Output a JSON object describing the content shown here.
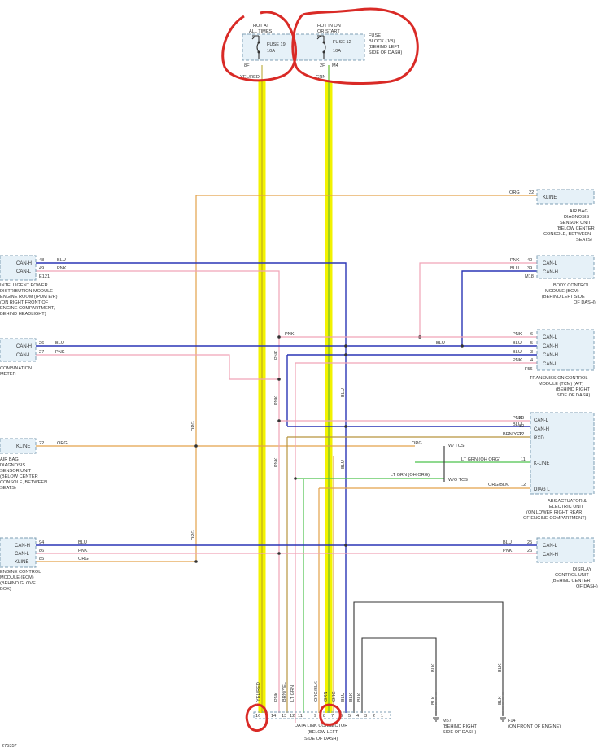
{
  "fuse_block": {
    "hot_at_all_times": [
      "HOT AT",
      "ALL TIMES"
    ],
    "hot_in_on": [
      "HOT IN ON",
      "OR START"
    ],
    "fuse19": "FUSE 19",
    "fuse19_amp": "10A",
    "fuse12": "FUSE 12",
    "fuse12_amp": "10A",
    "name": [
      "FUSE",
      "BLOCK (J/B)",
      "(BEHIND LEFT",
      "SIDE OF DASH)"
    ],
    "pin_left": "8F",
    "pin_right": "2F",
    "conn_m4": "M4",
    "wire_left": "YEL/RED",
    "wire_right": "GRN"
  },
  "left_modules": {
    "ipdm": {
      "pins": [
        "CAN-H",
        "CAN-L"
      ],
      "pin_nums": [
        "48",
        "49"
      ],
      "conn": "E121",
      "name": [
        "INTELLIGENT POWER",
        "DISTRIBUTION MODULE",
        "ENGINE ROOM (IPDM E/R)",
        "(ON RIGHT FRONT OF",
        "ENGINE COMPARTMENT,",
        "BEHIND HEADLIGHT)"
      ]
    },
    "meter": {
      "pins": [
        "CAN-H",
        "CAN-L"
      ],
      "pin_nums": [
        "26",
        "27"
      ],
      "name": [
        "COMBINATION",
        "METER"
      ]
    },
    "airbag": {
      "pins": [
        "KLINE"
      ],
      "pin_nums": [
        "22"
      ],
      "name": [
        "AIR BAG",
        "DIAGNOSIS",
        "SENSOR UNIT",
        "(BELOW CENTER",
        "CONSOLE, BETWEEN",
        "SEATS)"
      ]
    },
    "ecm": {
      "pins": [
        "CAN-H",
        "CAN-L",
        "KLINE"
      ],
      "pin_nums": [
        "94",
        "86",
        "85"
      ],
      "name": [
        "ENGINE CONTROL",
        "MODULE (ECM)",
        "(BEHIND GLOVE",
        "BOX)"
      ]
    }
  },
  "right_modules": {
    "airbag": {
      "pins": [
        "KLINE"
      ],
      "pin_nums": [
        "22"
      ],
      "name": [
        "AIR BAG",
        "DIAGNOSIS",
        "SENSOR UNIT",
        "(BELOW CENTER",
        "CONSOLE, BETWEEN",
        "SEATS)"
      ]
    },
    "bcm": {
      "pins": [
        "CAN-L",
        "CAN-H"
      ],
      "pin_nums": [
        "40",
        "39"
      ],
      "conn": "M18",
      "name": [
        "BODY CONTROL",
        "MODULE (BCM)",
        "(BEHIND LEFT SIDE",
        "OF DASH)"
      ]
    },
    "tcm": {
      "pins": [
        "CAN-L",
        "CAN-H",
        "CAN-H",
        "CAN-L"
      ],
      "pin_nums": [
        "6",
        "5",
        "3",
        "4"
      ],
      "conn": "F56",
      "name": [
        "TRANSMISSION CONTROL",
        "MODULE (TCM)      (A/T)",
        "(BEHIND RIGHT",
        "SIDE OF DASH)"
      ]
    },
    "abs": {
      "pins": [
        "CAN-L",
        "CAN-H",
        "RXD",
        "K-LINE",
        "DIAG L"
      ],
      "pin_nums": [
        "29",
        "30",
        "22",
        "11",
        "12"
      ],
      "name": [
        "ABS ACTUATOR &",
        "ELECTRIC UNIT",
        "(ON LOWER RIGHT REAR",
        "OF ENGINE COMPARTMENT)"
      ]
    },
    "display": {
      "pins": [
        "CAN-L",
        "CAN-H"
      ],
      "pin_nums": [
        "25",
        "26"
      ],
      "name": [
        "DISPLAY",
        "CONTROL UNIT",
        "(BEHIND CENTER",
        "OF DASH)"
      ]
    }
  },
  "wire_colors": {
    "org": "ORG",
    "blu": "BLU",
    "pnk": "PNK",
    "lt_grn": "LT GRN",
    "brn_yel": "BRN/YEL",
    "org_blk": "ORG/BLK",
    "blk": "BLK",
    "grn": "GRN",
    "yel_red": "YEL/RED"
  },
  "abs_notes": {
    "with_tcs": "W/ TCS",
    "without_tcs": "W/O TCS",
    "lt_grn_oh_org": "LT GRN   (OH ORG)"
  },
  "dlc": {
    "pins": [
      "16",
      "14",
      "13",
      "12",
      "11",
      "9",
      "8",
      "7",
      "6",
      "5",
      "4",
      "3",
      "2",
      "1"
    ],
    "wires": [
      "YEL/RED",
      "PNK",
      "BRN/YEL",
      "LT GRN",
      "ORG/BLK",
      "GRN",
      "ORG",
      "BLU",
      "BLK",
      "BLK"
    ],
    "name": [
      "DATA LINK CONNECTOR",
      "(BELOW LEFT",
      "SIDE OF DASH)"
    ]
  },
  "grounds": {
    "m57": [
      "M57",
      "(BEHIND RIGHT",
      "SIDE OF DASH)"
    ],
    "f14": [
      "F14",
      "(ON FRONT OF ENGINE)"
    ]
  },
  "figure_id": "275357",
  "colors": {
    "org": "#e3a24a",
    "blu": "#2a35b5",
    "pnk": "#f0a3b6",
    "lt_grn": "#4cc24c",
    "brn": "#b7953f",
    "highlight": "#f2f200",
    "marker": "#d92a26"
  }
}
